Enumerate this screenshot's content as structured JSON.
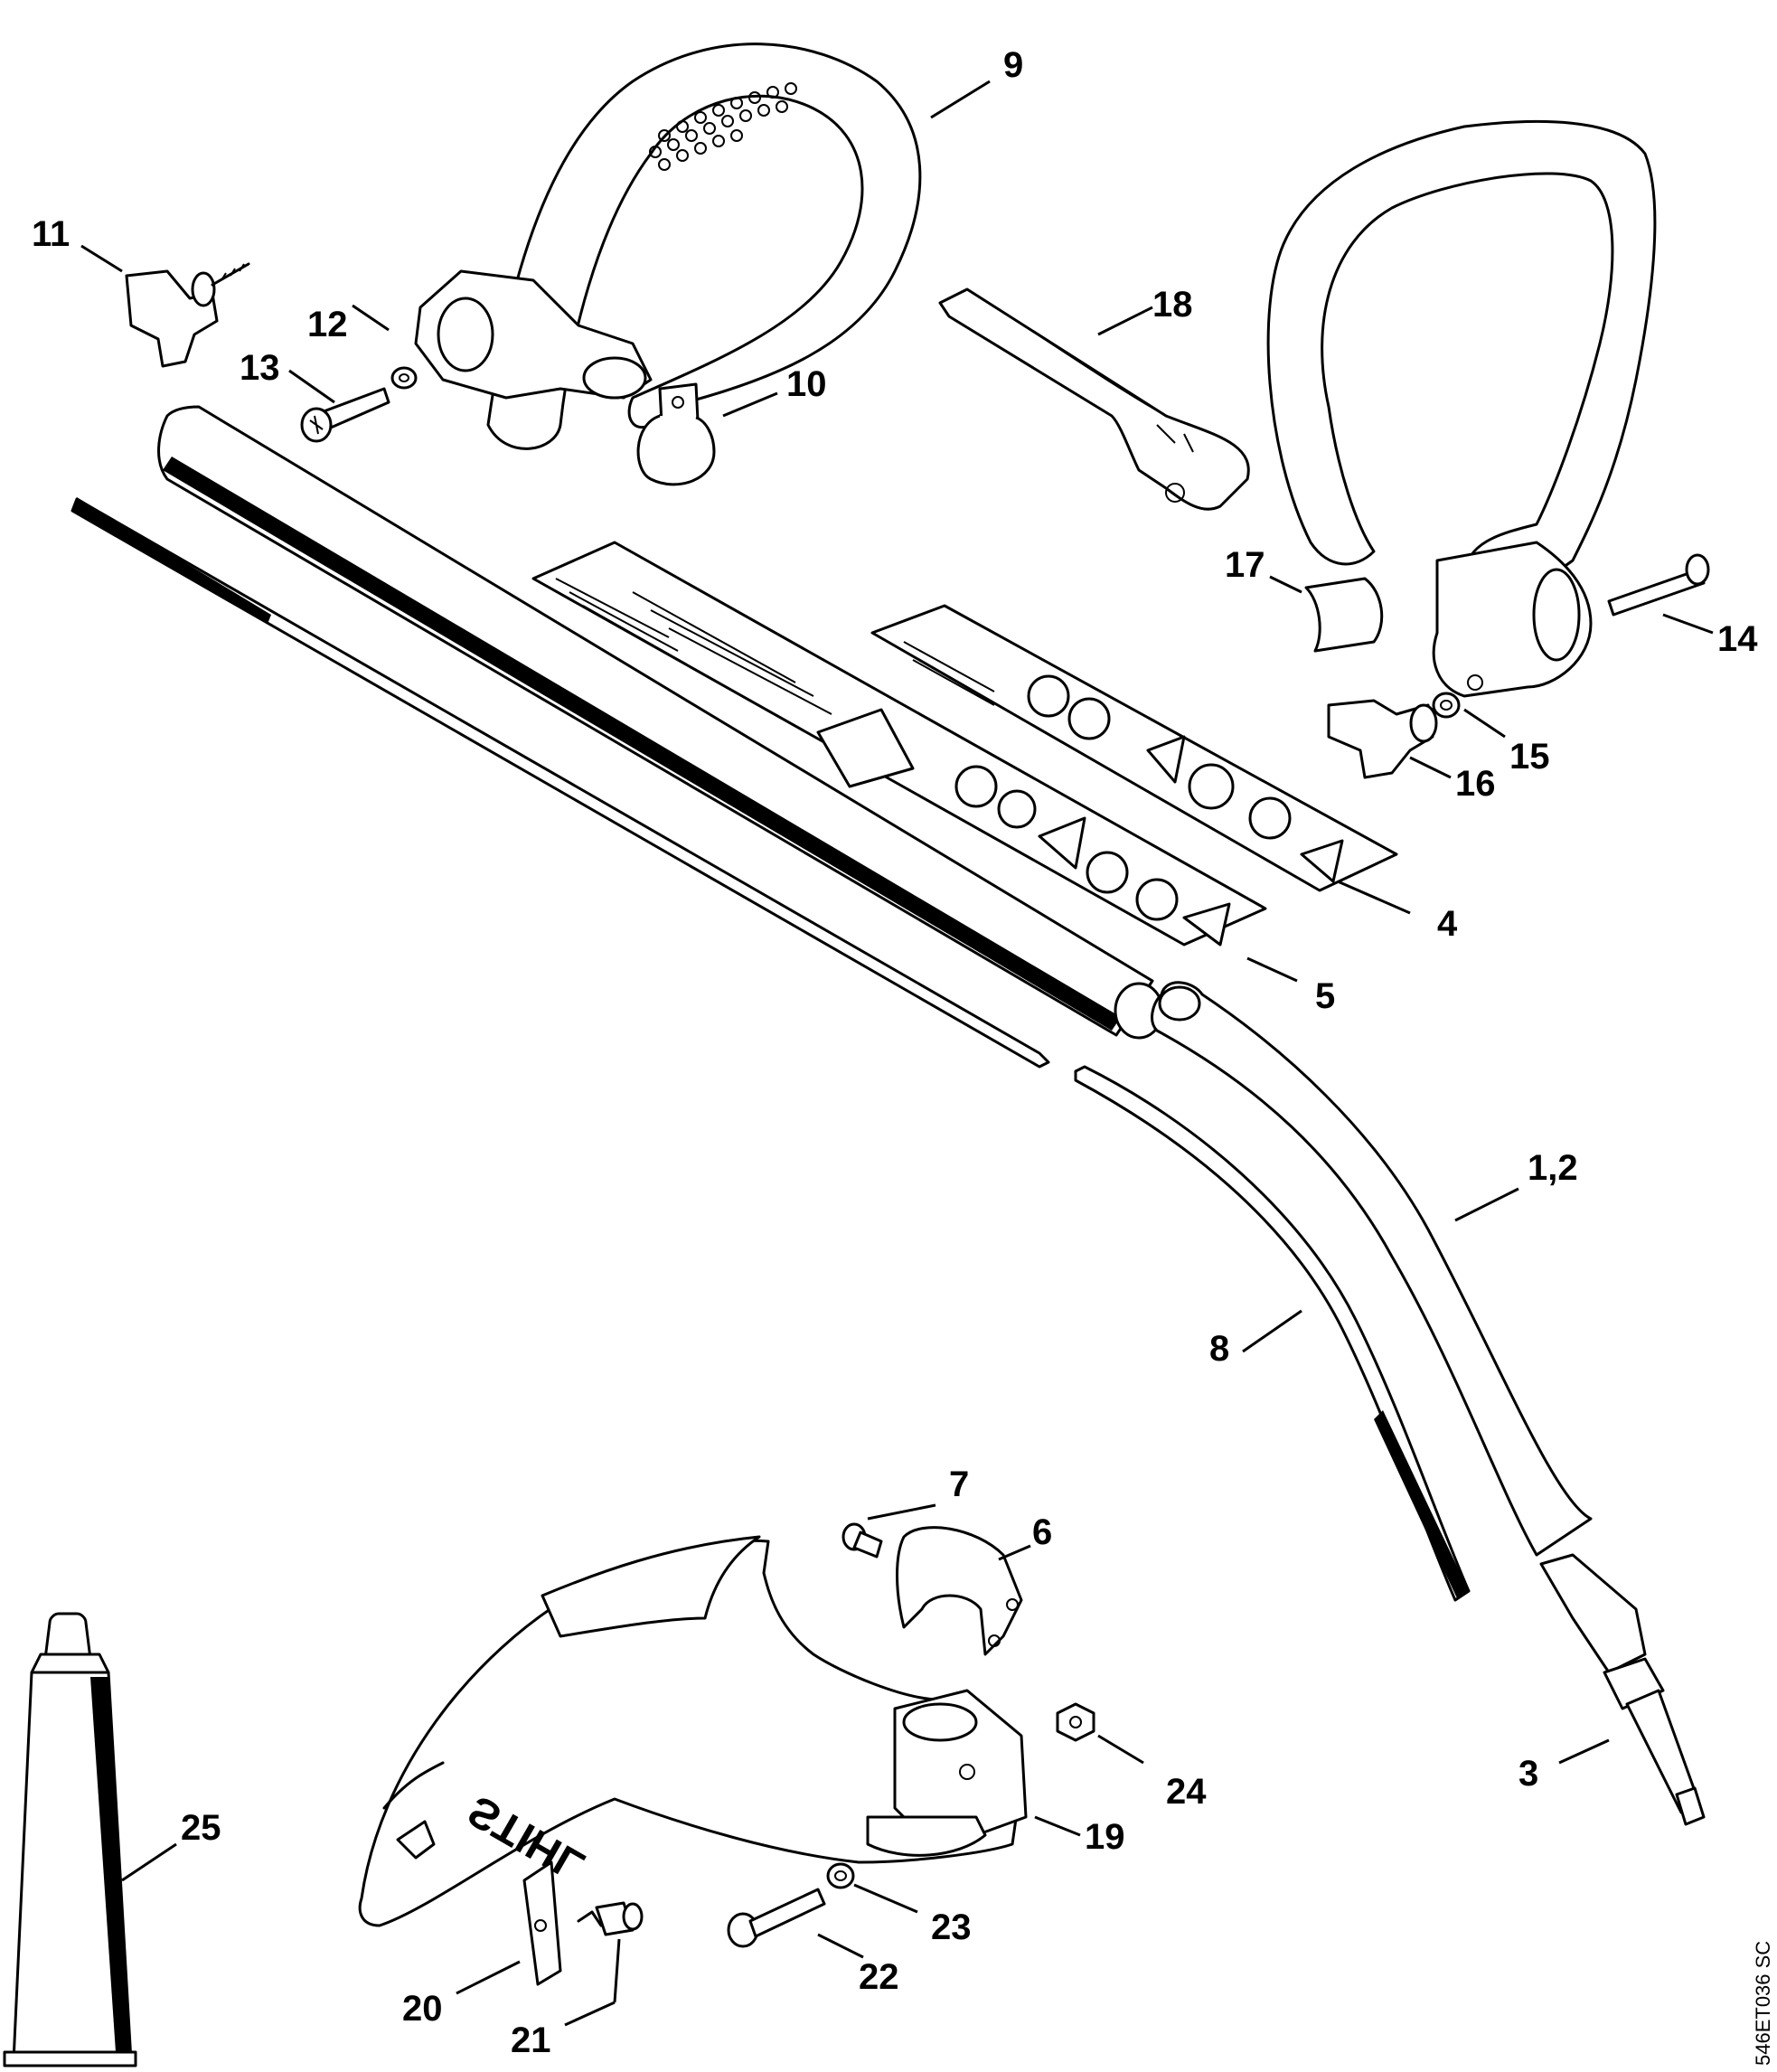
{
  "diagram": {
    "code": "546ET036 SC",
    "brand_text": "STIHL",
    "parts": [
      {
        "id": "p9",
        "label": "9"
      },
      {
        "id": "p11",
        "label": "11"
      },
      {
        "id": "p12",
        "label": "12"
      },
      {
        "id": "p13",
        "label": "13"
      },
      {
        "id": "p10",
        "label": "10"
      },
      {
        "id": "p18",
        "label": "18"
      },
      {
        "id": "p17",
        "label": "17"
      },
      {
        "id": "p14",
        "label": "14"
      },
      {
        "id": "p15",
        "label": "15"
      },
      {
        "id": "p16",
        "label": "16"
      },
      {
        "id": "p4",
        "label": "4"
      },
      {
        "id": "p5",
        "label": "5"
      },
      {
        "id": "p12b",
        "label": "1,2"
      },
      {
        "id": "p8",
        "label": "8"
      },
      {
        "id": "p7",
        "label": "7"
      },
      {
        "id": "p6",
        "label": "6"
      },
      {
        "id": "p24",
        "label": "24"
      },
      {
        "id": "p3",
        "label": "3"
      },
      {
        "id": "p25",
        "label": "25"
      },
      {
        "id": "p19",
        "label": "19"
      },
      {
        "id": "p23",
        "label": "23"
      },
      {
        "id": "p22",
        "label": "22"
      },
      {
        "id": "p20",
        "label": "20"
      },
      {
        "id": "p21",
        "label": "21"
      }
    ]
  }
}
